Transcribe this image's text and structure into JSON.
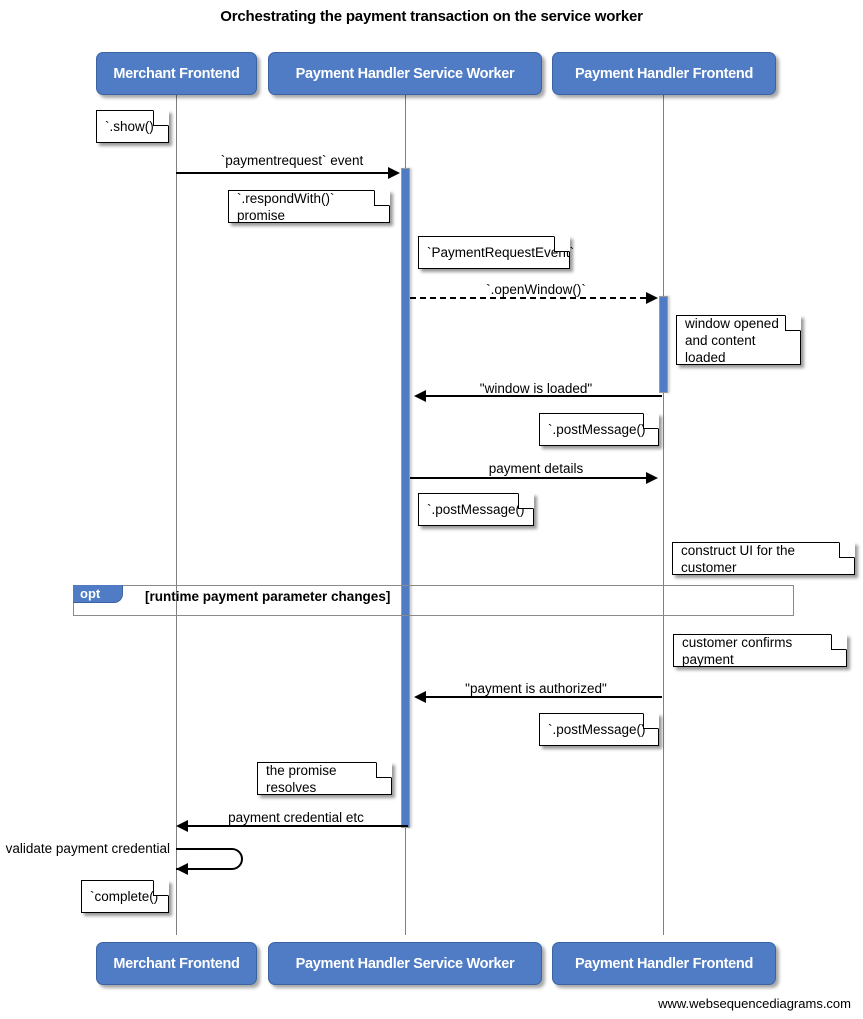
{
  "diagram": {
    "title": "Orchestrating the payment transaction on the service worker",
    "footer": "www.websequencediagrams.com",
    "type": "sequence-diagram",
    "colors": {
      "participant_fill": "#4f7cc4",
      "participant_text": "#ffffff",
      "activation_fill": "#4f7cc4",
      "lifeline": "#808080",
      "note_fill": "#ffffff",
      "fragment_border": "#8a8a8a",
      "line": "#000000"
    }
  },
  "participants": [
    {
      "id": "merchant",
      "label": "Merchant Frontend"
    },
    {
      "id": "sw",
      "label": "Payment Handler Service Worker"
    },
    {
      "id": "phf",
      "label": "Payment Handler Frontend"
    }
  ],
  "participants_bottom": [
    {
      "id": "merchant",
      "label": "Merchant Frontend"
    },
    {
      "id": "sw",
      "label": "Payment Handler Service Worker"
    },
    {
      "id": "phf",
      "label": "Payment Handler Frontend"
    }
  ],
  "messages": [
    {
      "id": "m1",
      "label": "`paymentrequest` event",
      "from": "merchant",
      "to": "sw",
      "style": "solid",
      "direction": "right"
    },
    {
      "id": "m2",
      "label": "`.openWindow()`",
      "from": "sw",
      "to": "phf",
      "style": "dashed",
      "direction": "right"
    },
    {
      "id": "m3",
      "label": "\"window is loaded\"",
      "from": "phf",
      "to": "sw",
      "style": "solid",
      "direction": "left"
    },
    {
      "id": "m4",
      "label": "payment details",
      "from": "sw",
      "to": "phf",
      "style": "solid",
      "direction": "right"
    },
    {
      "id": "m5",
      "label": "\"payment is authorized\"",
      "from": "phf",
      "to": "sw",
      "style": "solid",
      "direction": "left"
    },
    {
      "id": "m6",
      "label": "payment credential etc",
      "from": "sw",
      "to": "merchant",
      "style": "solid",
      "direction": "left"
    },
    {
      "id": "m7",
      "label": "validate payment credential",
      "from": "merchant",
      "to": "merchant",
      "style": "solid",
      "direction": "self"
    }
  ],
  "notes": [
    {
      "id": "n1",
      "text": "`.show()`"
    },
    {
      "id": "n2",
      "text": "`.respondWith()` promise"
    },
    {
      "id": "n3",
      "text": "`PaymentRequestEvent`"
    },
    {
      "id": "n4",
      "text": "window opened\nand content loaded"
    },
    {
      "id": "n5",
      "text": "`.postMessage()`"
    },
    {
      "id": "n6",
      "text": "`.postMessage()`"
    },
    {
      "id": "n7",
      "text": "construct UI for the customer"
    },
    {
      "id": "n8",
      "text": "customer confirms payment"
    },
    {
      "id": "n9",
      "text": "`.postMessage()`"
    },
    {
      "id": "n10",
      "text": "the promise resolves"
    },
    {
      "id": "n11",
      "text": "`complete()`"
    }
  ],
  "fragments": [
    {
      "id": "f1",
      "operator": "opt",
      "condition": "[runtime payment parameter changes]"
    }
  ]
}
